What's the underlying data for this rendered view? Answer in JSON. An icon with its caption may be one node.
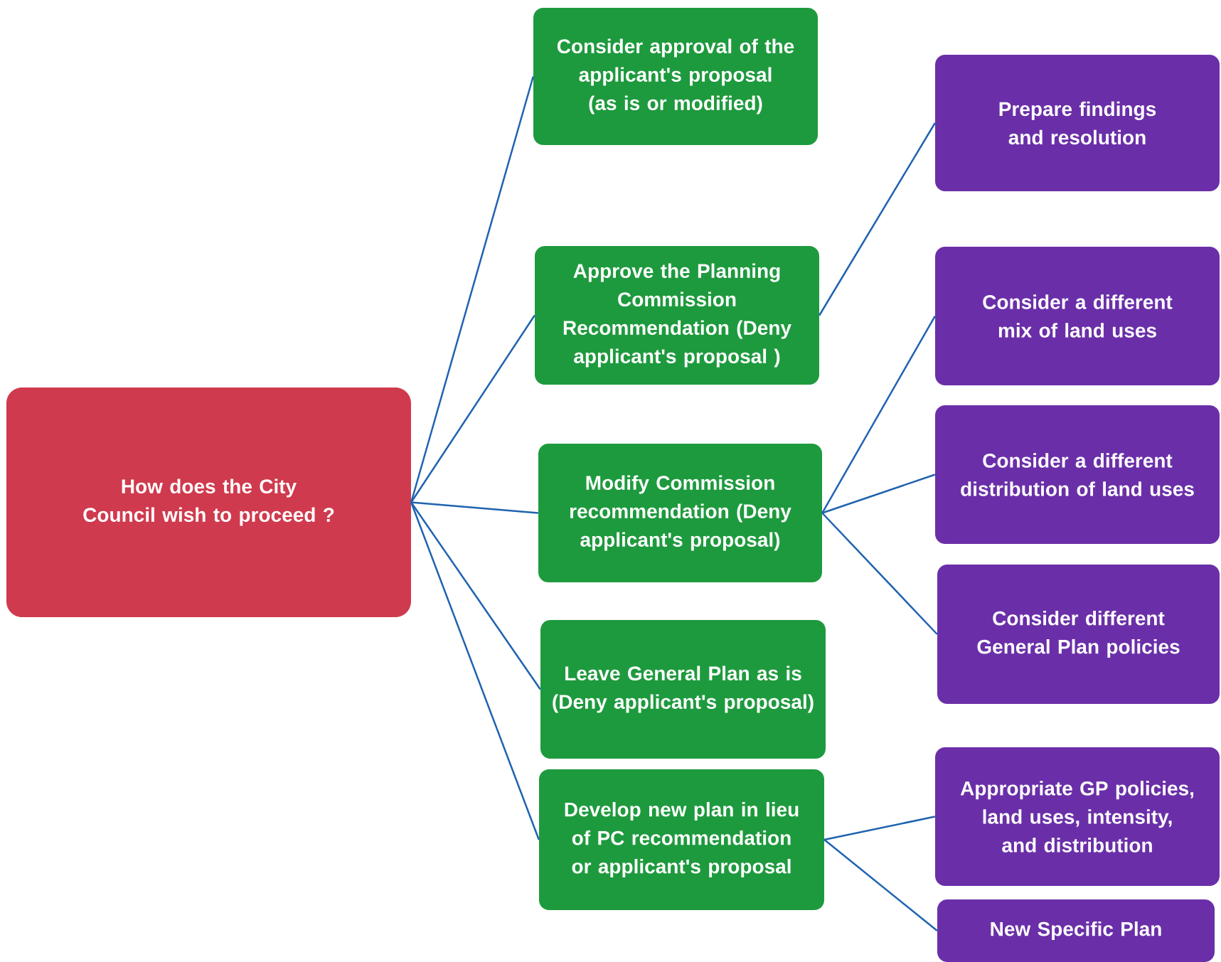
{
  "diagram": {
    "nodes": [
      {
        "text": [
          "How does the City Council wish to proceed ?"
        ]
      },
      {
        "text": [
          "Consider approval of the applicant's proposal (as is or modified)"
        ]
      },
      {
        "text": [
          "Approve the Planning Commission Recommendation (Deny applicant's proposal )"
        ]
      },
      {
        "text": [
          "Modify Commission recommendation (Deny applicant's proposal)"
        ]
      },
      {
        "text": [
          "Leave General Plan as is (Deny applicant's proposal)"
        ]
      },
      {
        "text": [
          "Develop new plan in lieu of PC recommendation or applicant's proposal"
        ]
      },
      {
        "text": [
          "Prepare findings and resolution"
        ]
      },
      {
        "text": [
          "Consider a different mix of land uses"
        ]
      },
      {
        "text": [
          "Consider a different distribution of land uses"
        ]
      },
      {
        "text": [
          "Consider different General Plan policies"
        ]
      },
      {
        "text": [
          "Appropriate GP policies, land uses, intensity, and distribution"
        ]
      },
      {
        "text": [
          "New Specific Plan"
        ]
      }
    ],
    "edges": [
      {
        "from": 0,
        "to": 1,
        "arrow": "none"
      },
      {
        "from": 0,
        "to": 2,
        "arrow": "none"
      },
      {
        "from": 0,
        "to": 3,
        "arrow": "none"
      },
      {
        "from": 0,
        "to": 4,
        "arrow": "none"
      },
      {
        "from": 0,
        "to": 5,
        "arrow": "none"
      },
      {
        "from": 2,
        "to": 6,
        "arrow": "none"
      },
      {
        "from": 3,
        "to": 7,
        "arrow": "none"
      },
      {
        "from": 3,
        "to": 8,
        "arrow": "none"
      },
      {
        "from": 3,
        "to": 9,
        "arrow": "none"
      },
      {
        "from": 5,
        "to": 10,
        "arrow": "none"
      },
      {
        "from": 5,
        "to": 11,
        "arrow": "none"
      }
    ]
  }
}
